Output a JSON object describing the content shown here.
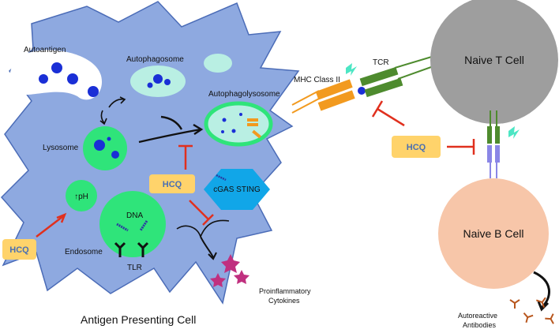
{
  "labels": {
    "autoantigen": "Autoantigen",
    "autophagosome": "Autophagosome",
    "autophagolysosome": "Autophagolysosome",
    "lysosome": "Lysosome",
    "ph": "↑pH",
    "dna": "DNA",
    "endosome": "Endosome",
    "tlr": "TLR",
    "cgas_sting": "cGAS STING",
    "proinflammatory_line1": "Proinflammatory",
    "proinflammatory_line2": "Cytokines",
    "apc_title": "Antigen Presenting Cell",
    "mhc": "MHC Class II",
    "tcr": "TCR",
    "naive_t": "Naive T Cell",
    "naive_b": "Naive B Cell",
    "autoreactive_line1": "Autoreactive",
    "autoreactive_line2": "Antibodies"
  },
  "hcq_badges": [
    "HCQ",
    "HCQ",
    "HCQ"
  ],
  "colors": {
    "cell_body": "#8ea9e0",
    "cell_outline": "#4b6cb7",
    "green_vesicle": "#2fe47a",
    "pale_vesicle": "#b9efe3",
    "blue_dot": "#1a2fd6",
    "hcq_badge": "#ffd36b",
    "inhibit_red": "#e0301e",
    "mhc_orange": "#f29a1f",
    "tcr_green": "#4e8b2e",
    "t_cell": "#9e9e9e",
    "b_cell": "#f7c6a9",
    "sting_blue": "#11a6e8",
    "cytokine_magenta": "#c0307f",
    "antibody_brown": "#b8561d",
    "bcr_purple": "#8a86e6"
  }
}
